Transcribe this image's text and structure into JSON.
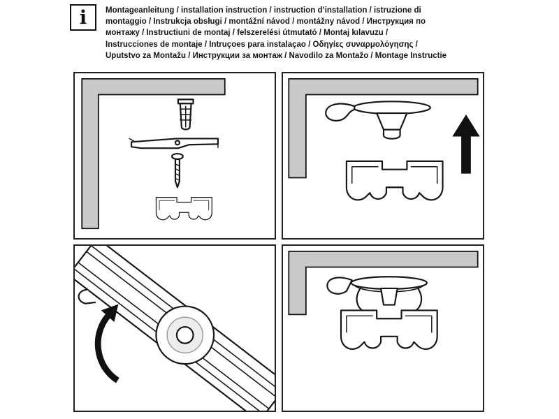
{
  "header": {
    "info_icon_glyph": "i",
    "lines": [
      "Montageanleitung / installation instruction / instruction d’installation / istruzione di",
      "montaggio / Instrukcja obsługi / montážní návod / montážny návod / Инструкция по",
      "монтажу / Instructiuni de montaj / felszerelési útmutató / Montaj kılavuzu /",
      "Instrucciones de montaje / Intruçoes para instalaçao / Οδηγίες συναρμολόγησης /",
      "Uputstvo za Montažu / Инструкции за монтаж / Navodilo za Montažo / Montage Instructie"
    ]
  },
  "colors": {
    "background": "#ffffff",
    "wall_gray": "#c9c9c9",
    "line_black": "#161616",
    "arrow_black": "#111111"
  },
  "panel_count": 4
}
